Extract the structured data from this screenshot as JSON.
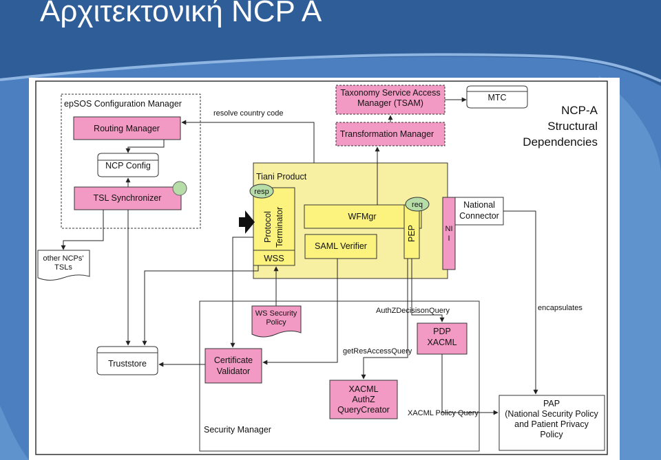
{
  "slide": {
    "title": "Αρχιτεκτονική NCP A"
  },
  "diagram": {
    "heading": [
      "NCP-A",
      "Structural",
      "Dependencies"
    ],
    "groups": {
      "config_manager": "epSOS Configuration Manager",
      "tiani": "Tiani Product",
      "security_manager": "Security Manager"
    },
    "nodes": {
      "routing_manager": "Routing Manager",
      "ncp_config": "NCP Config",
      "tsl_synchronizer": "TSL Synchronizer",
      "other_tsls": [
        "other NCPs'",
        "TSLs"
      ],
      "tsam": [
        "Taxonomy Service Access",
        "Manager (TSAM)"
      ],
      "mtc": "MTC",
      "transformation_manager": "Transformation Manager",
      "resp": "resp",
      "req": "req",
      "protocol_terminator": [
        "Protocol",
        "Terminator"
      ],
      "wss": "WSS",
      "wfmgr": "WFMgr",
      "saml_verifier": "SAML Verifier",
      "pep": "PEP",
      "ni": [
        "NI",
        "I"
      ],
      "national_connector": [
        "National",
        "Connector"
      ],
      "ws_security_policy": [
        "WS Security",
        "Policy"
      ],
      "pdp_xacml": [
        "PDP",
        "XACML"
      ],
      "truststore": "Truststore",
      "certificate_validator": [
        "Certificate",
        "Validator"
      ],
      "xacml_querycreator": [
        "XACML",
        "AuthZ",
        "QueryCreator"
      ],
      "pap": [
        "PAP",
        "(National Security Policy",
        "and Patient Privacy",
        "Policy"
      ]
    },
    "edge_labels": {
      "resolve_country_code": "resolve country code",
      "authz_decision_query": "AuthZDecisisonQuery",
      "get_res_access_query": "getResAccessQuery",
      "xacml_policy_query": "XACML Policy Query",
      "encapsulates": "encapsulates"
    },
    "colors": {
      "pink": "#f29ac3",
      "yellow": "#fbf37d",
      "tiani_bg": "#f7f0a3",
      "bullet_green": "#b6dca8",
      "slide_bg": "#2f5d97"
    }
  }
}
